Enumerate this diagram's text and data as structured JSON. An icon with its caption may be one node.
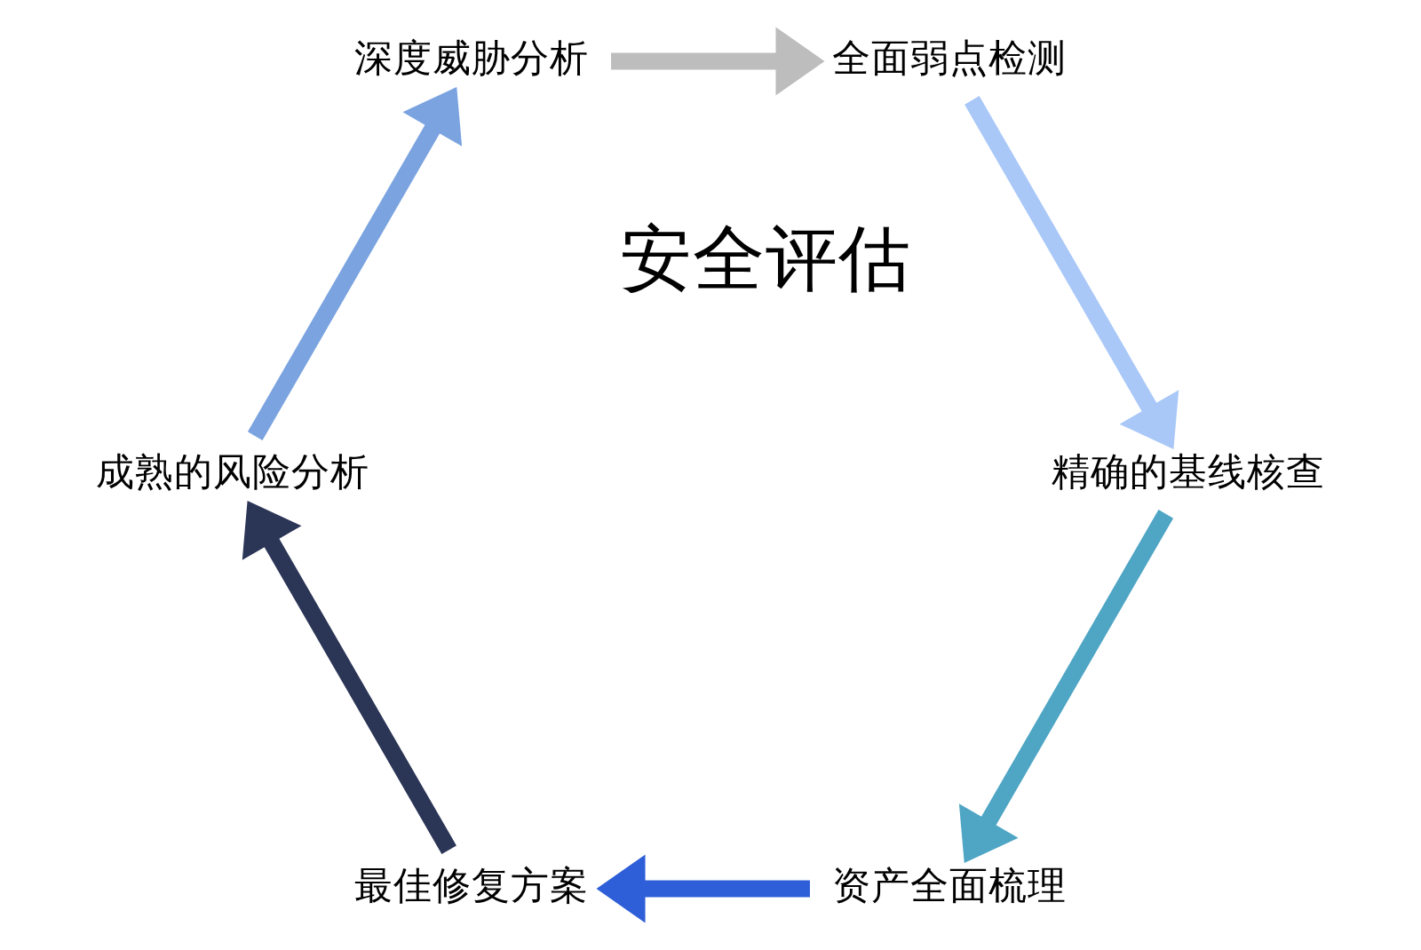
{
  "diagram": {
    "nodes": [
      {
        "text": [
          "安全评估"
        ]
      },
      {
        "text": [
          "资产全面梳理"
        ]
      },
      {
        "text": [
          "最佳修复方案"
        ]
      },
      {
        "text": [
          "成熟的风险分析"
        ]
      },
      {
        "text": [
          "深度威胁分析"
        ]
      },
      {
        "text": [
          "全面弱点检测"
        ]
      },
      {
        "text": [
          "精确的基线核查"
        ]
      }
    ],
    "edges": [
      {
        "from": 6,
        "to": 1,
        "arrow": "to",
        "color": "#4ea5c4"
      },
      {
        "from": 1,
        "to": 2,
        "arrow": "to",
        "color": "#2e5fd8"
      },
      {
        "from": 2,
        "to": 3,
        "arrow": "to",
        "color": "#2b3556"
      },
      {
        "from": 3,
        "to": 4,
        "arrow": "to",
        "color": "#7aa3e0"
      },
      {
        "from": 4,
        "to": 5,
        "arrow": "to",
        "color": "#bdbdbd"
      },
      {
        "from": 5,
        "to": 6,
        "arrow": "to",
        "color": "#a9c8f8"
      }
    ]
  }
}
